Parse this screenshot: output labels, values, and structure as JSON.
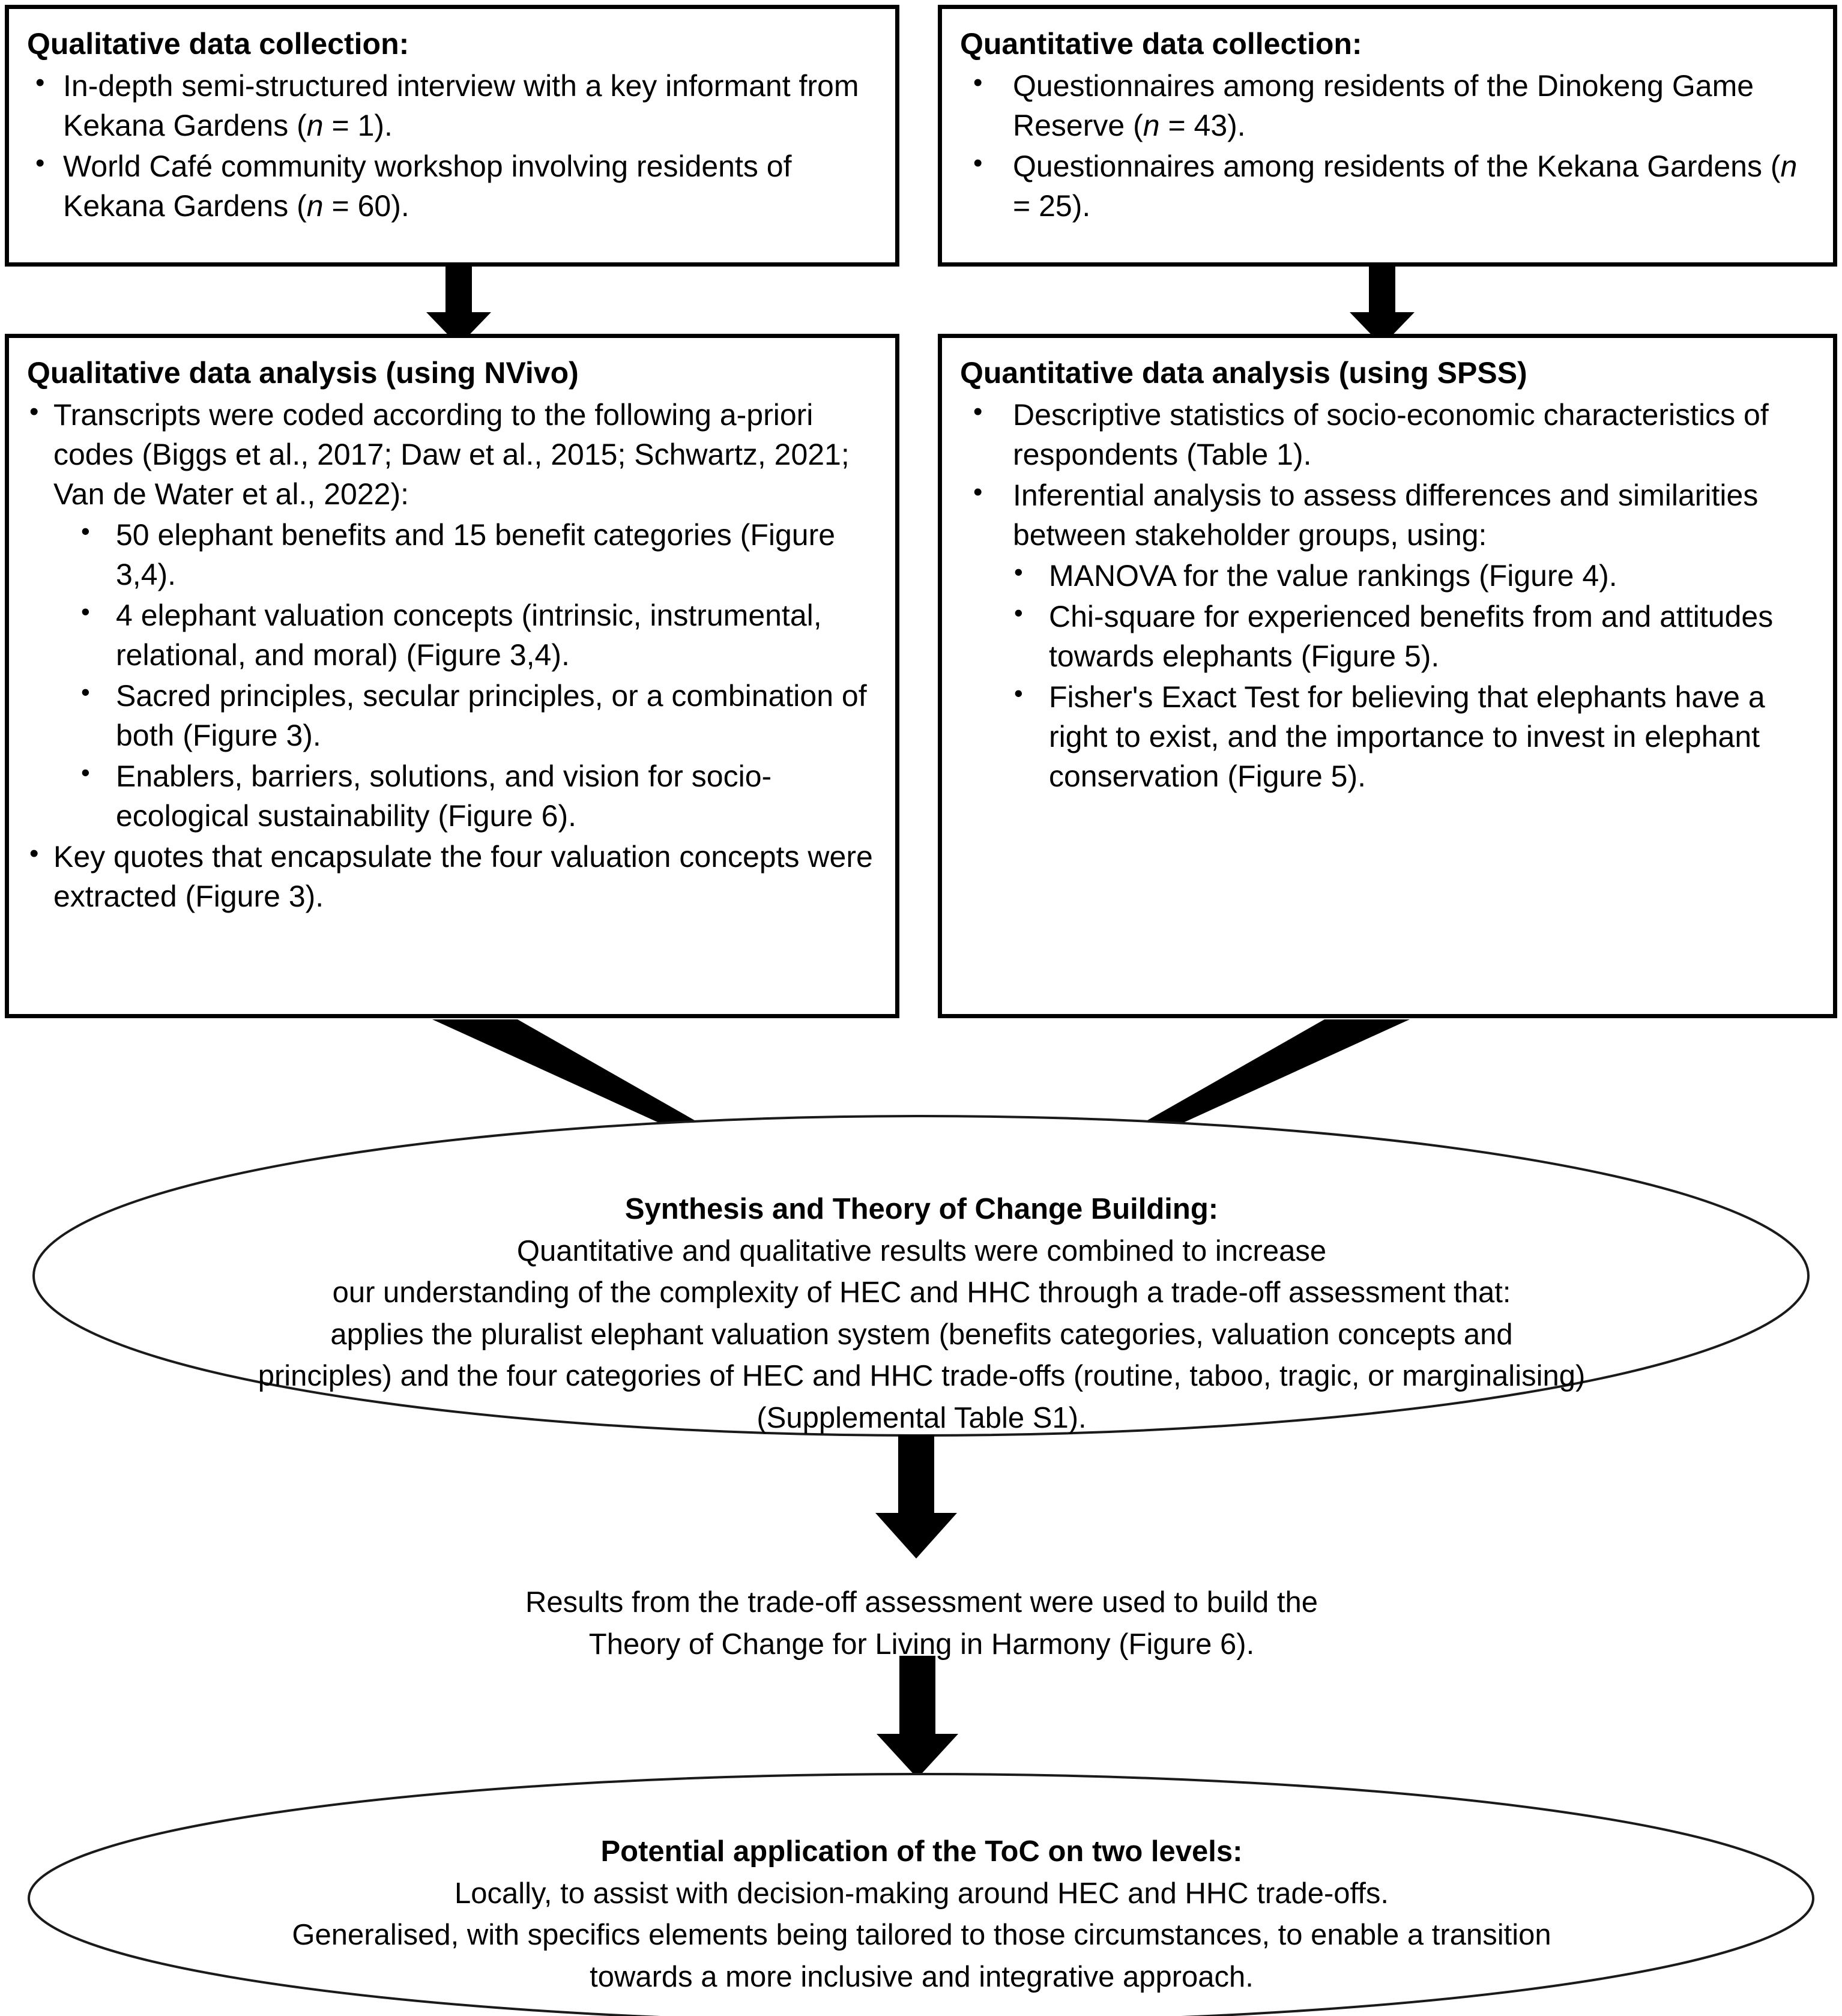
{
  "boxes": {
    "qualitative_collection": {
      "title": "Qualitative data collection:",
      "items": [
        "In-depth semi-structured interview with a key informant from Kekana Gardens (n = 1).",
        "World Café community workshop involving residents of Kekana Gardens (n = 60)."
      ],
      "item1_pre": "In-depth semi-structured interview with a key informant from Kekana Gardens (",
      "item1_n": "n",
      "item1_post": " = 1).",
      "item2_pre": "World Café community workshop involving residents of Kekana Gardens (",
      "item2_n": "n",
      "item2_post": " = 60)."
    },
    "quantitative_collection": {
      "title": "Quantitative data collection:",
      "item1_pre": "Questionnaires among residents of the Dinokeng Game Reserve (",
      "item1_n": "n",
      "item1_post": " = 43).",
      "item2_pre": "Questionnaires among residents of the Kekana Gardens (",
      "item2_n": "n",
      "item2_post": " = 25)."
    },
    "qualitative_analysis": {
      "title": "Qualitative data analysis (using NVivo)",
      "item1": "Transcripts were coded according to the following a-priori codes (Biggs et al., 2017; Daw et al., 2015; Schwartz, 2021; Van de Water et al., 2022):",
      "sub1": "50 elephant benefits and 15 benefit categories (Figure 3,4).",
      "sub2": "4 elephant valuation concepts (intrinsic, instrumental, relational, and moral) (Figure 3,4).",
      "sub3": "Sacred principles, secular principles, or a combination of both (Figure 3).",
      "sub4": "Enablers, barriers, solutions, and vision for socio-ecological sustainability (Figure 6).",
      "item2": "Key quotes that encapsulate the four valuation concepts were extracted (Figure 3)."
    },
    "quantitative_analysis": {
      "title": "Quantitative data analysis (using SPSS)",
      "item1": "Descriptive statistics of socio-economic characteristics of respondents (Table 1).",
      "item2": "Inferential analysis to assess differences and similarities between stakeholder groups, using:",
      "sub1": "MANOVA for the value rankings (Figure 4).",
      "sub2": "Chi-square for experienced benefits from and attitudes towards elephants (Figure 5).",
      "sub3": "Fisher's Exact Test for believing that elephants have a right to exist, and the importance to invest in elephant conservation (Figure 5)."
    }
  },
  "synthesis_ellipse": {
    "title": "Synthesis and Theory of Change Building:",
    "line1": "Quantitative and qualitative results were combined to increase",
    "line2": "our understanding of the complexity of HEC and HHC through a trade-off assessment that:",
    "line3": "applies the pluralist elephant valuation system (benefits categories, valuation concepts and",
    "line4": "principles) and the four categories of HEC and HHC trade-offs (routine, taboo, tragic, or marginalising)",
    "line5": "(Supplemental Table S1).",
    "after_arrow_line1": "Results from the trade-off assessment were used to build the",
    "after_arrow_line2": "Theory of Change for Living in Harmony (Figure 6)."
  },
  "toc_ellipse": {
    "title": "Potential application of the ToC on two levels:",
    "line1": "Locally, to assist with decision-making around HEC and HHC trade-offs.",
    "line2": "Generalised, with specifics elements being tailored to those circumstances, to enable a transition",
    "line3": "towards a more inclusive and integrative approach."
  },
  "connectors": {
    "qual_collection_to_analysis": "down-arrow-icon",
    "quan_collection_to_analysis": "down-arrow-icon",
    "qual_analysis_to_synthesis": "diagonal-arrow-icon",
    "quan_analysis_to_synthesis": "diagonal-arrow-icon",
    "synthesis_internal": "down-arrow-icon",
    "synthesis_to_toc": "down-arrow-icon"
  },
  "colors": {
    "stroke": "#000000",
    "background": "#ffffff"
  }
}
